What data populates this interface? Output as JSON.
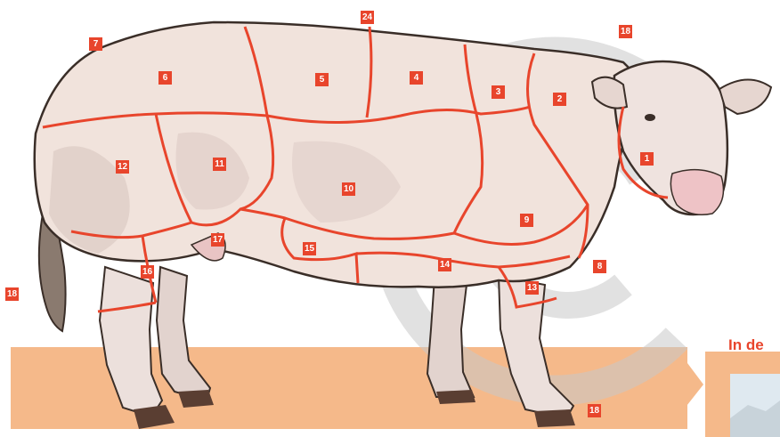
{
  "headline": "In de",
  "regions": [
    {
      "id": "r1",
      "label": "1"
    },
    {
      "id": "r2",
      "label": "2"
    },
    {
      "id": "r3",
      "label": "3"
    },
    {
      "id": "r4",
      "label": "4"
    },
    {
      "id": "r5",
      "label": "5"
    },
    {
      "id": "r6",
      "label": "6"
    },
    {
      "id": "r7",
      "label": "7"
    },
    {
      "id": "r8",
      "label": "8"
    },
    {
      "id": "r9",
      "label": "9"
    },
    {
      "id": "r10",
      "label": "10"
    },
    {
      "id": "r11",
      "label": "11"
    },
    {
      "id": "r12",
      "label": "12"
    },
    {
      "id": "r13",
      "label": "13"
    },
    {
      "id": "r14",
      "label": "14"
    },
    {
      "id": "r15",
      "label": "15"
    },
    {
      "id": "r16",
      "label": "16"
    },
    {
      "id": "r17",
      "label": "17"
    },
    {
      "id": "r18a",
      "label": "18"
    },
    {
      "id": "r18b",
      "label": "18"
    },
    {
      "id": "r18c",
      "label": "18"
    },
    {
      "id": "r24",
      "label": "24"
    }
  ],
  "colors": {
    "accent": "#e8452c",
    "band": "#f5b98a",
    "hide": "#f1e3dc",
    "shadow": "#d9c6c0",
    "watermark": "#c9c9c9"
  },
  "icons": [
    "copyright-watermark-icon",
    "arrow-right-icon",
    "cow-illustration"
  ]
}
